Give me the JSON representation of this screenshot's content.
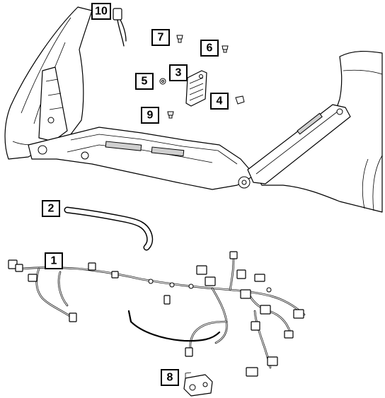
{
  "callouts": {
    "c1": "1",
    "c2": "2",
    "c3": "3",
    "c4": "4",
    "c5": "5",
    "c6": "6",
    "c7": "7",
    "c8": "8",
    "c9": "9",
    "c10": "10"
  },
  "colors": {
    "ink": "#000000",
    "paper": "#ffffff",
    "shade": "#cfcfcf"
  }
}
